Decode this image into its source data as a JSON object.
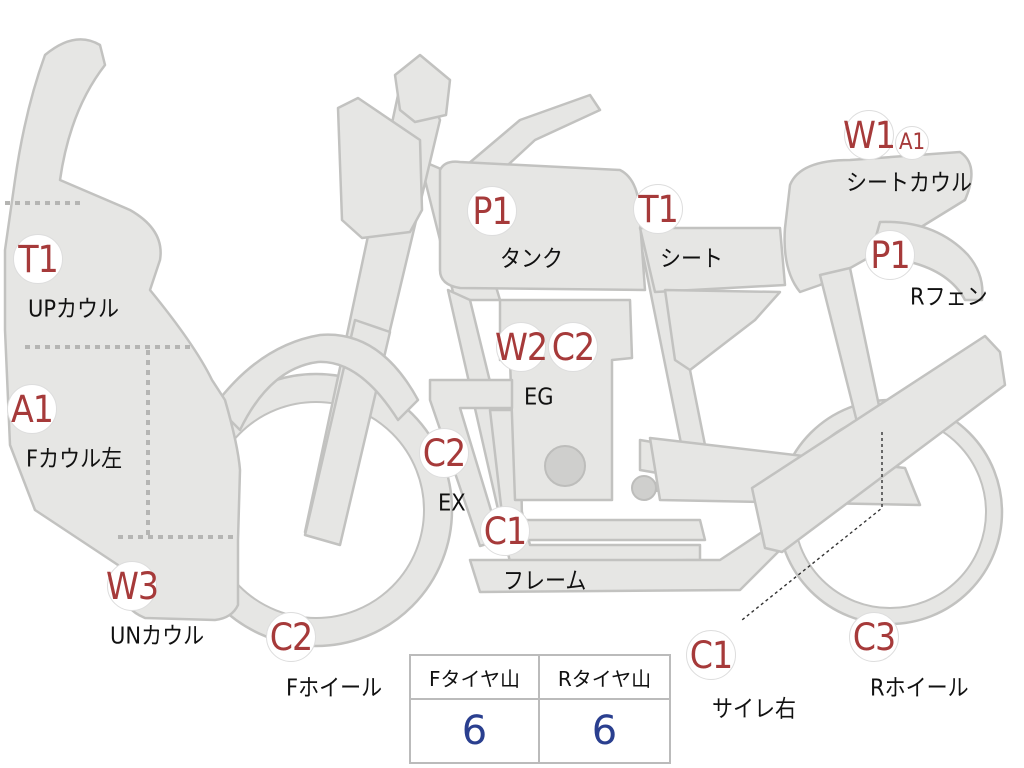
{
  "parts": [
    {
      "id": "up-cowl",
      "code": "T1",
      "name": "UPカウル"
    },
    {
      "id": "f-cowl-left",
      "code": "A1",
      "name": "Fカウル左"
    },
    {
      "id": "un-cowl",
      "code": "W3",
      "name": "UNカウル"
    },
    {
      "id": "f-wheel",
      "code": "C2",
      "name": "Fホイール"
    },
    {
      "id": "ex",
      "code": "C2",
      "name": "EX"
    },
    {
      "id": "tank",
      "code": "P1",
      "name": "タンク"
    },
    {
      "id": "seat",
      "code": "T1",
      "name": "シート"
    },
    {
      "id": "eg",
      "codes": [
        "W2",
        "C2"
      ],
      "name": "EG"
    },
    {
      "id": "frame",
      "code": "C1",
      "name": "フレーム"
    },
    {
      "id": "seat-cowl",
      "codes": [
        "W1",
        "A1"
      ],
      "name": "シートカウル"
    },
    {
      "id": "r-fender",
      "code": "P1",
      "name": "Rフェン"
    },
    {
      "id": "silencer-right",
      "code": "C1",
      "name": "サイレ右"
    },
    {
      "id": "r-wheel",
      "code": "C3",
      "name": "Rホイール"
    }
  ],
  "tire_table": {
    "headers": [
      "Fタイヤ山",
      "Rタイヤ山"
    ],
    "values": [
      "6",
      "6"
    ]
  },
  "colors": {
    "body_fill": "#e6e6e4",
    "code_text": "#a63a3a",
    "table_value": "#2a3f8f"
  }
}
